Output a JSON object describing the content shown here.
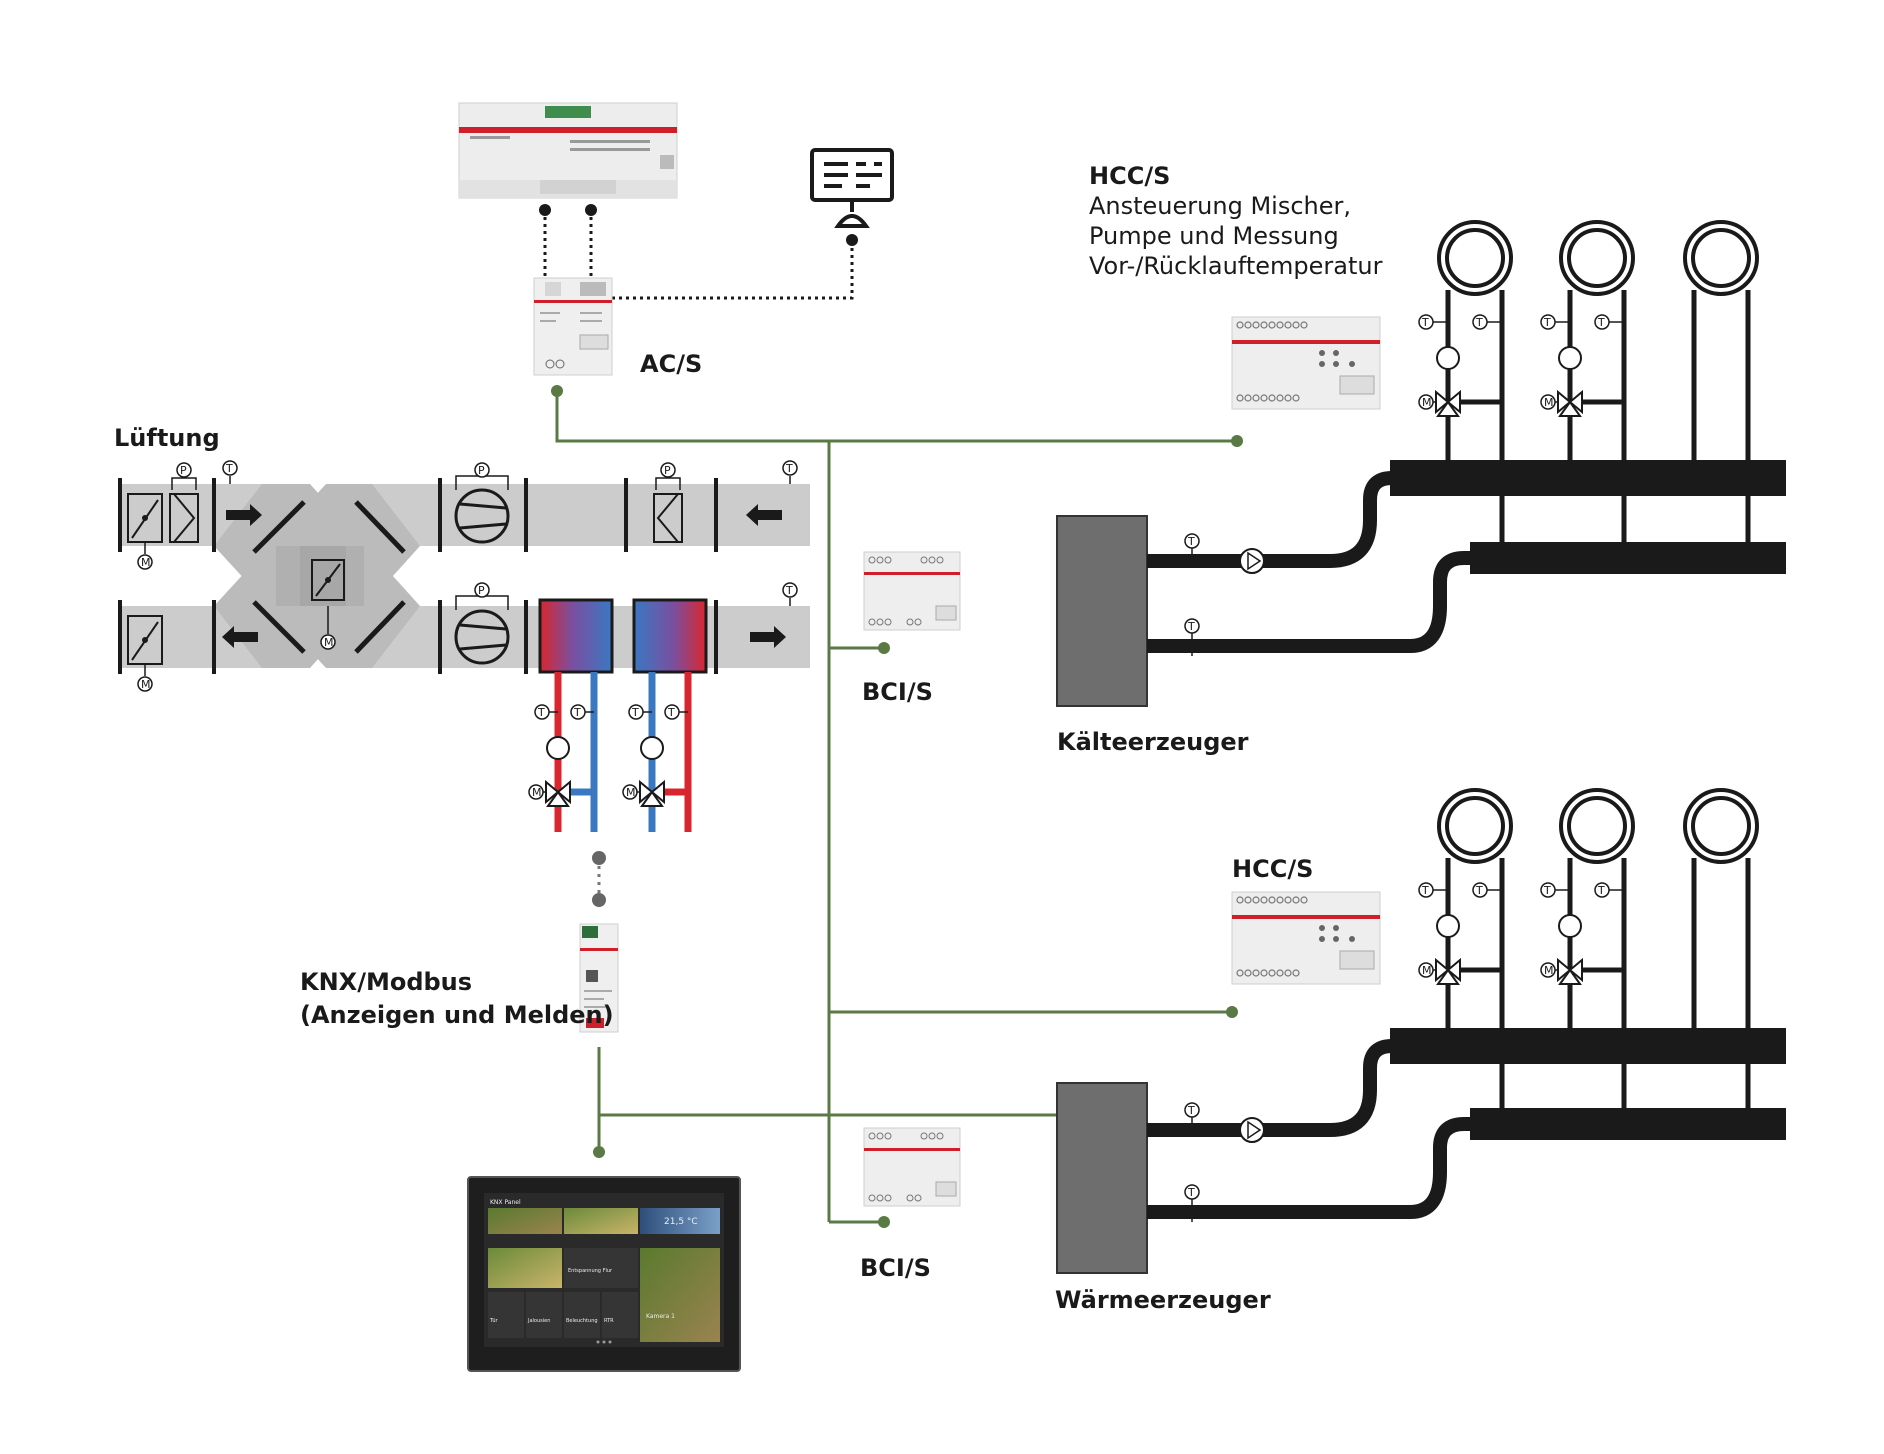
{
  "labels": {
    "ventilation": "Lüftung",
    "ac_s": "AC/S",
    "hcc_top_title": "HCC/S",
    "hcc_top_desc_1": "Ansteuerung Mischer,",
    "hcc_top_desc_2": "Pumpe und Messung",
    "hcc_top_desc_3": "Vor-/Rücklauftemperatur",
    "hcc_bottom_title": "HCC/S",
    "bci_top": "BCI/S",
    "bci_bottom": "BCI/S",
    "chiller": "Kälteerzeuger",
    "heater": "Wärmeerzeuger",
    "knx_modbus_1": "KNX/Modbus",
    "knx_modbus_2": "(Anzeigen und Melden)"
  },
  "symbols": {
    "temperature": "T",
    "pressure": "P",
    "motor": "M"
  },
  "colors": {
    "bus_line": "#5a7a45",
    "duct": "#cccccc",
    "pipe": "#1a1a1a",
    "hot": "#d8262e",
    "cold": "#3a78c2",
    "generator": "#6e6e6e",
    "device_red": "#cf1f2a"
  },
  "panel_ui": {
    "header": "KNX Panel",
    "temperature": "21,5 °C",
    "scene": "Entspannung Flur",
    "camera": "Kamera 1",
    "tile_1": "Tür",
    "tile_2": "Jalousien",
    "tile_3": "Beleuchtung",
    "tile_4": "RTR"
  }
}
